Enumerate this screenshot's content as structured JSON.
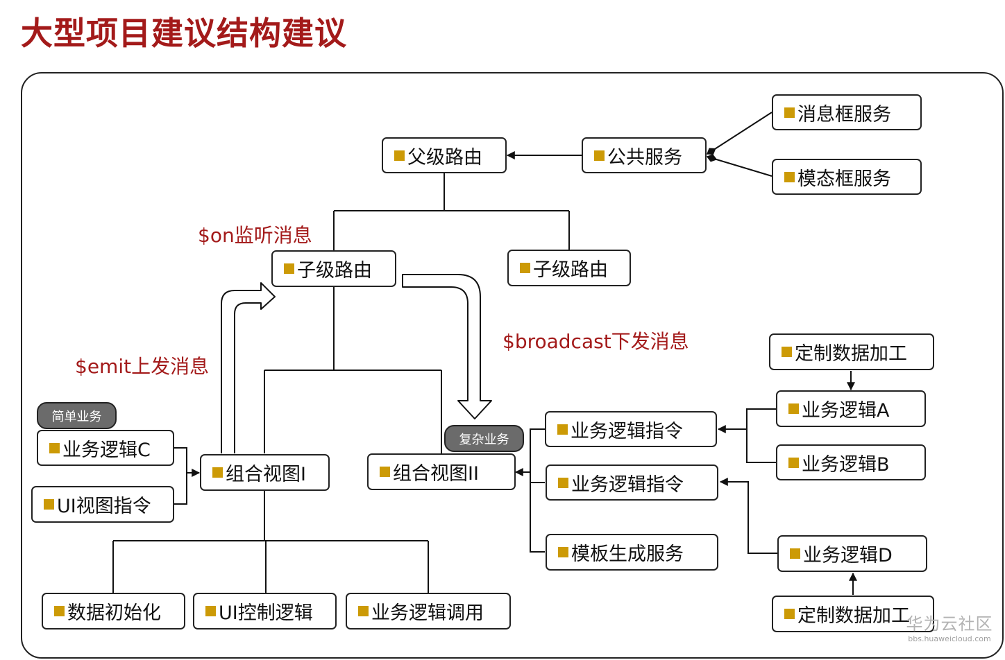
{
  "title": "大型项目建议结构建议",
  "nodes": {
    "parent_route": "父级路由",
    "public_service": "公共服务",
    "msgbox_service": "消息框服务",
    "modal_service": "模态框服务",
    "child_route_1": "子级路由",
    "child_route_2": "子级路由",
    "custom_data_1": "定制数据加工",
    "logic_a": "业务逻辑A",
    "logic_b": "业务逻辑B",
    "logic_c": "业务逻辑C",
    "logic_d": "业务逻辑D",
    "logic_directive_1": "业务逻辑指令",
    "logic_directive_2": "业务逻辑指令",
    "template_service": "模板生成服务",
    "ui_view_directive": "UI视图指令",
    "combo_view_1": "组合视图I",
    "combo_view_2": "组合视图II",
    "data_init": "数据初始化",
    "ui_control_logic": "UI控制逻辑",
    "logic_call": "业务逻辑调用",
    "custom_data_2": "定制数据加工"
  },
  "labels": {
    "on_listen": "$on监听消息",
    "emit_up": "$emit上发消息",
    "broadcast_down": "$broadcast下发消息"
  },
  "badges": {
    "simple_business": "简单业务",
    "complex_business": "复杂业务"
  },
  "watermark": {
    "name": "华为云社区",
    "url": "bbs.huaweicloud.com"
  },
  "colors": {
    "title_red": "#a31a1a",
    "bullet_gold": "#cc9a06",
    "badge_gray": "#6b6b6b"
  }
}
